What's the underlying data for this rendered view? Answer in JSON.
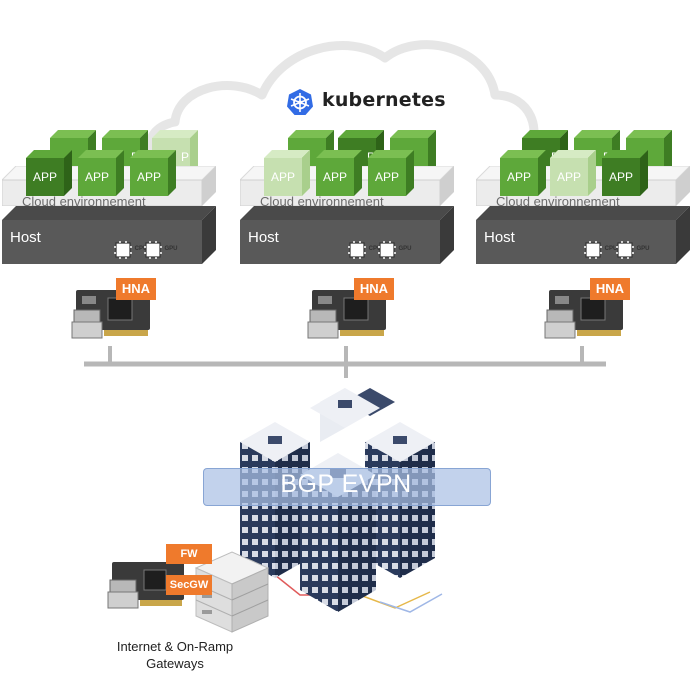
{
  "header": {
    "brand": "kubernetes",
    "icon": "kubernetes-wheel-icon",
    "brand_color": "#326ce5"
  },
  "nodes": [
    {
      "apps": [
        "APP",
        "APP",
        "APP",
        "P",
        "P"
      ],
      "cloud_label": "Cloud environnement",
      "host_label": "Host",
      "chips": [
        "CPU",
        "GPU"
      ],
      "nic_label": "HNA"
    },
    {
      "apps": [
        "APP",
        "APP",
        "APP",
        "P"
      ],
      "cloud_label": "Cloud environnement",
      "host_label": "Host",
      "chips": [
        "CPU",
        "GPU"
      ],
      "nic_label": "HNA"
    },
    {
      "apps": [
        "APP",
        "APP",
        "APP",
        "P",
        "P"
      ],
      "cloud_label": "Cloud environnement",
      "host_label": "Host",
      "chips": [
        "CPU",
        "GPU"
      ],
      "nic_label": "HNA"
    }
  ],
  "fabric": {
    "label": "BGP EVPN"
  },
  "gateway": {
    "badges": [
      "FW",
      "SecGW"
    ],
    "caption_line1": "Internet & On-Ramp",
    "caption_line2": "Gateways"
  },
  "colors": {
    "app_green": "#5ea83a",
    "app_green_dark": "#3e7d23",
    "app_green_light": "#c6e0b0",
    "orange": "#ef7a2c",
    "host_gray": "#595959",
    "cloud_gray": "#ececec",
    "fabric_blue": "#aac0e4"
  }
}
